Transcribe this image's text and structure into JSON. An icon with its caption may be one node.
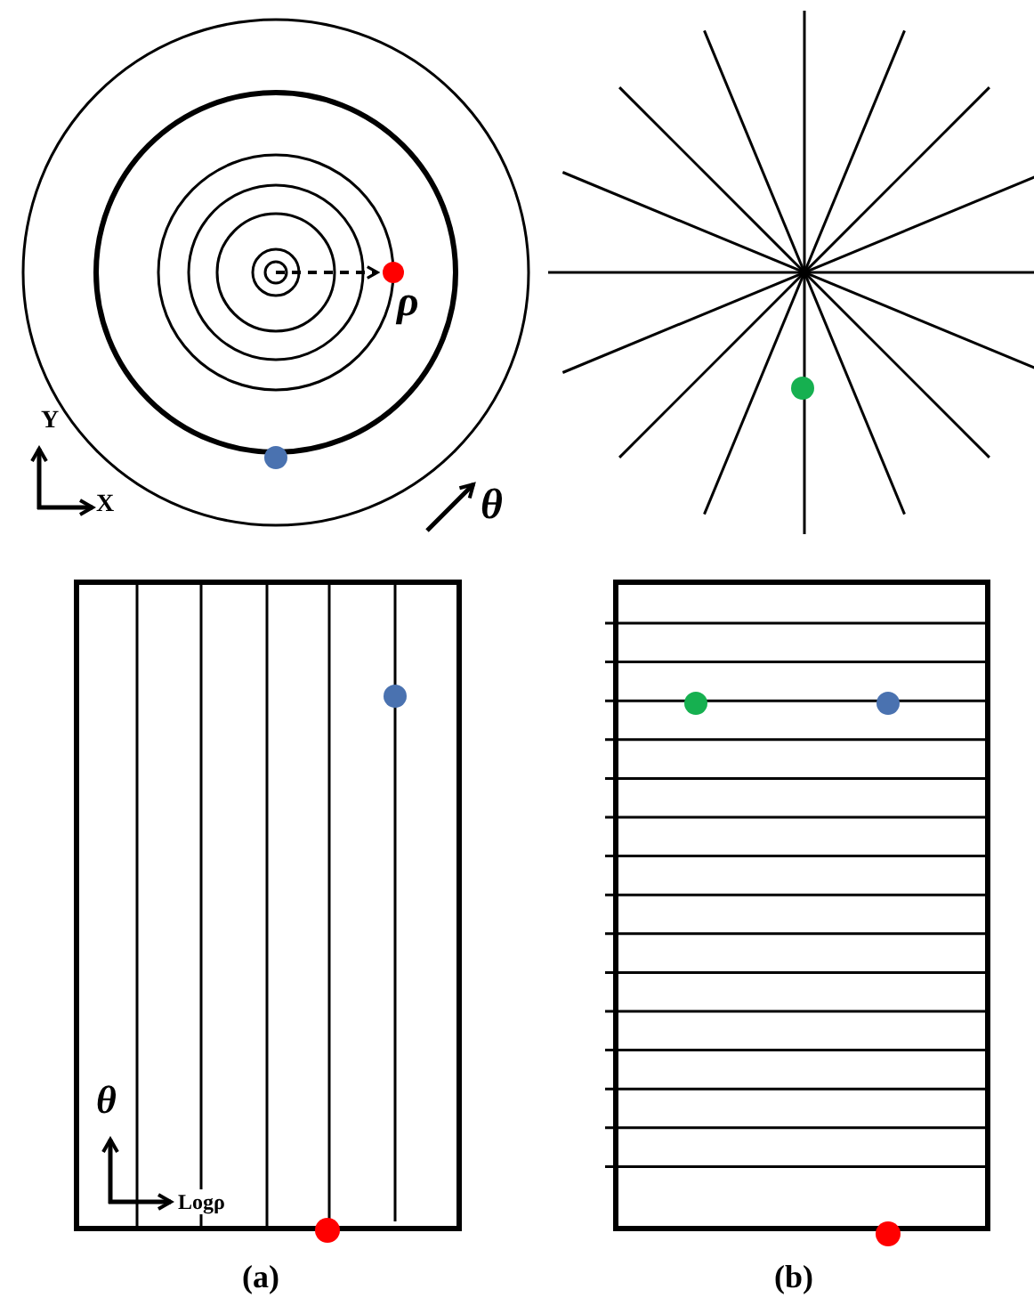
{
  "diagram": {
    "labels": [
      "ρ",
      "Y",
      "X",
      "θ",
      "θ",
      "Logρ",
      "(a)",
      "(b)"
    ]
  }
}
